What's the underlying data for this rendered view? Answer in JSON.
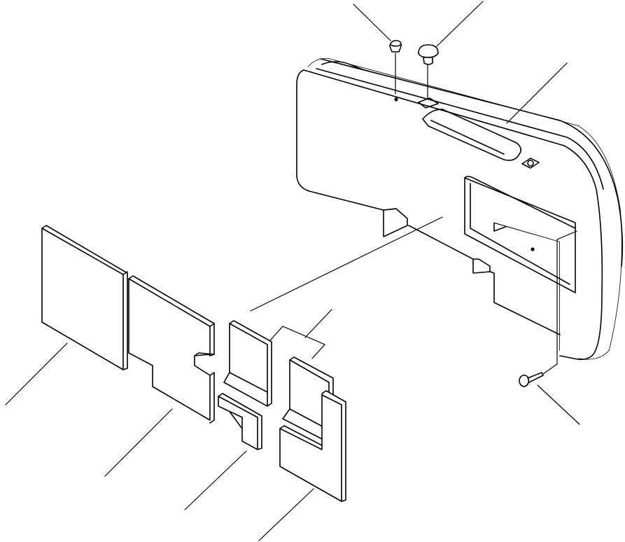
{
  "figure": {
    "parts": [
      {
        "id": "cover-plate",
        "icon": "panel-cover"
      },
      {
        "id": "grommet",
        "icon": "grommet-plug"
      },
      {
        "id": "cap",
        "icon": "mushroom-cap"
      },
      {
        "id": "clip-rivet",
        "icon": "clip-rivet"
      },
      {
        "id": "pad-large",
        "icon": "insulation-pad"
      },
      {
        "id": "pad-notched",
        "icon": "insulation-pad"
      },
      {
        "id": "pad-small-l",
        "icon": "insulation-pad"
      },
      {
        "id": "pad-channel",
        "icon": "insulation-pad"
      },
      {
        "id": "pad-channel-2",
        "icon": "insulation-pad"
      },
      {
        "id": "pad-u",
        "icon": "insulation-pad"
      }
    ],
    "colors": {
      "line": "#000000",
      "background": "#ffffff"
    }
  }
}
